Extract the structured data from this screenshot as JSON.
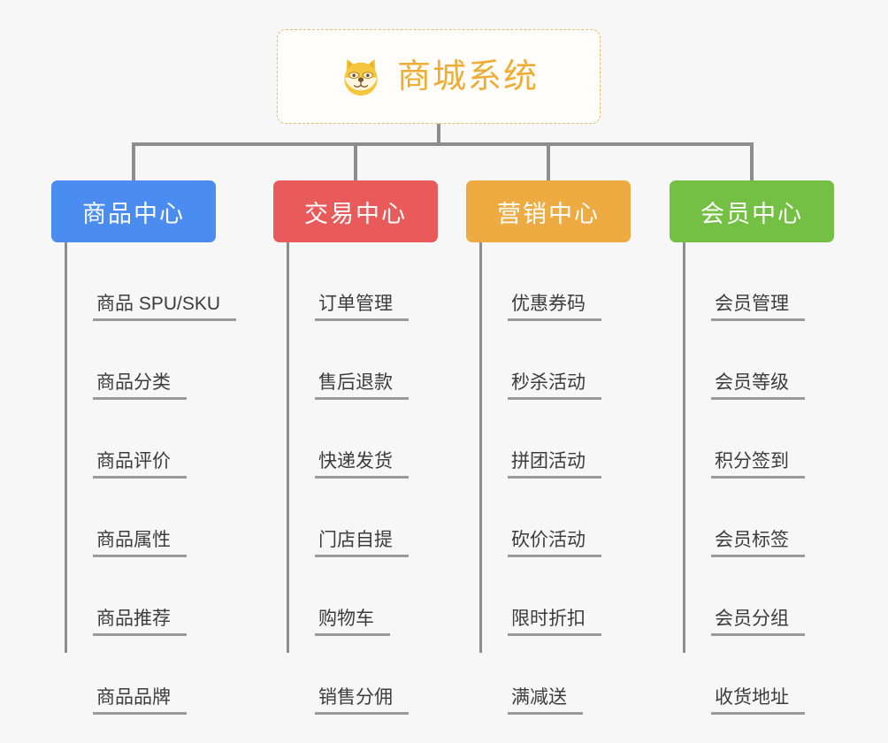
{
  "root": {
    "title": "商城系统",
    "icon": "shiba-dog-icon",
    "border_color": "#e8b96a",
    "title_color": "#f0ad36"
  },
  "canvas": {
    "background": "#f7f7f7",
    "connector_color": "#8d8d8d"
  },
  "columns": [
    {
      "title": "商品中心",
      "color": "#4a8cf0",
      "items": [
        "商品 SPU/SKU",
        "商品分类",
        "商品评价",
        "商品属性",
        "商品推荐",
        "商品品牌"
      ]
    },
    {
      "title": "交易中心",
      "color": "#e95b5b",
      "items": [
        "订单管理",
        "售后退款",
        "快递发货",
        "门店自提",
        "购物车",
        "销售分佣"
      ]
    },
    {
      "title": "营销中心",
      "color": "#edab42",
      "items": [
        "优惠券码",
        "秒杀活动",
        "拼团活动",
        "砍价活动",
        "限时折扣",
        "满减送"
      ]
    },
    {
      "title": "会员中心",
      "color": "#74c044",
      "items": [
        "会员管理",
        "会员等级",
        "积分签到",
        "会员标签",
        "会员分组",
        "收货地址"
      ]
    }
  ]
}
